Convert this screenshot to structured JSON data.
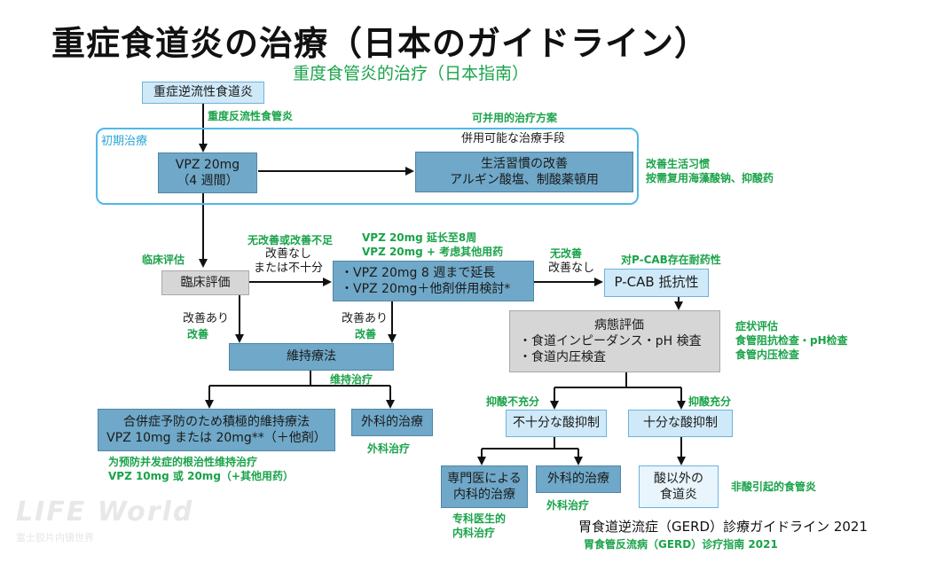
{
  "title": "重症食道炎の治療（日本のガイドライン）",
  "subtitle": "重度食管炎的治疗（日本指南）",
  "nodes": {
    "start": "重症逆流性食道炎",
    "initial_frame_label": "初期治療",
    "combined_frame_label": "併用可能な治療手段",
    "vpz_initial": [
      "VPZ 20mg",
      "（4 週間）"
    ],
    "lifestyle": [
      "生活習慣の改善",
      "アルギン酸塩、制酸薬頓用"
    ],
    "clinical_eval": "臨床評価",
    "extend": [
      "・VPZ 20mg 8 週まで延長",
      "・VPZ 20mg＋他剤併用検討*"
    ],
    "pcab": "P-CAB 抵抗性",
    "maintenance": "維持療法",
    "pathology": [
      "病態評価",
      "・食道インピーダンス・pH 検査",
      "・食道内圧検査"
    ],
    "complication": [
      "合併症予防のため積極的維持療法",
      "VPZ 10mg または 20mg**（＋他剤）"
    ],
    "surgery_left": "外科的治療",
    "insufficient": "不十分な酸抑制",
    "sufficient": "十分な酸抑制",
    "specialist": [
      "専門医による",
      "内科的治療"
    ],
    "surgery_right": "外科的治療",
    "non_acid": [
      "酸以外の",
      "食道炎"
    ]
  },
  "edge_labels": {
    "no_improve_1": [
      "改善なし",
      "または不十分"
    ],
    "no_improve_2": [
      "改善なし"
    ],
    "improve_1": "改善あり",
    "improve_2": "改善あり"
  },
  "green_notes": {
    "start_cn": "重度反流性食管炎",
    "combined_cn": "可并用的治疗方案",
    "lifestyle_cn": [
      "改善生活习惯",
      "按需复用海藻酸钠、抑酸药"
    ],
    "clinical_cn": "临床评估",
    "no_improve_cn_1": "无改善或改善不足",
    "extend_cn": [
      "VPZ 20mg 延长至8周",
      "VPZ 20mg + 考虑其他用药"
    ],
    "no_improve_cn_2": "无改善",
    "pcab_cn": "对P-CAB存在耐药性",
    "improve_cn_1": "改善",
    "improve_cn_2": "改善",
    "pathology_cn": [
      "症状评估",
      "食管阻抗检查・pH检查",
      "食管内压检查"
    ],
    "maintenance_cn": "维持治疗",
    "insufficient_cn": "抑酸不充分",
    "sufficient_cn": "抑酸充分",
    "complication_cn": [
      "为预防并发症的根治性维持治疗",
      "VPZ 10mg 或 20mg（+其他用药）"
    ],
    "surgery_left_cn": "外科治疗",
    "specialist_cn": [
      "专科医生的",
      "内科治疗"
    ],
    "surgery_right_cn": "外科治疗",
    "non_acid_cn": "非酸引起的食管炎"
  },
  "reference": {
    "jp": "胃食道逆流症（GERD）診療ガイドライン 2021",
    "cn": "胃食管反流病（GERD）诊疗指南 2021"
  },
  "watermark": {
    "logo": "LIFE World",
    "sub": "富士胶片内镜世界"
  },
  "colors": {
    "box_blue": "#6fa8c8",
    "box_gray": "#d6d6d6",
    "box_light": "#cfe9f8",
    "frame": "#4fb8e8",
    "note_green": "#1aa34a",
    "label_cyan": "#2aa8d8"
  }
}
